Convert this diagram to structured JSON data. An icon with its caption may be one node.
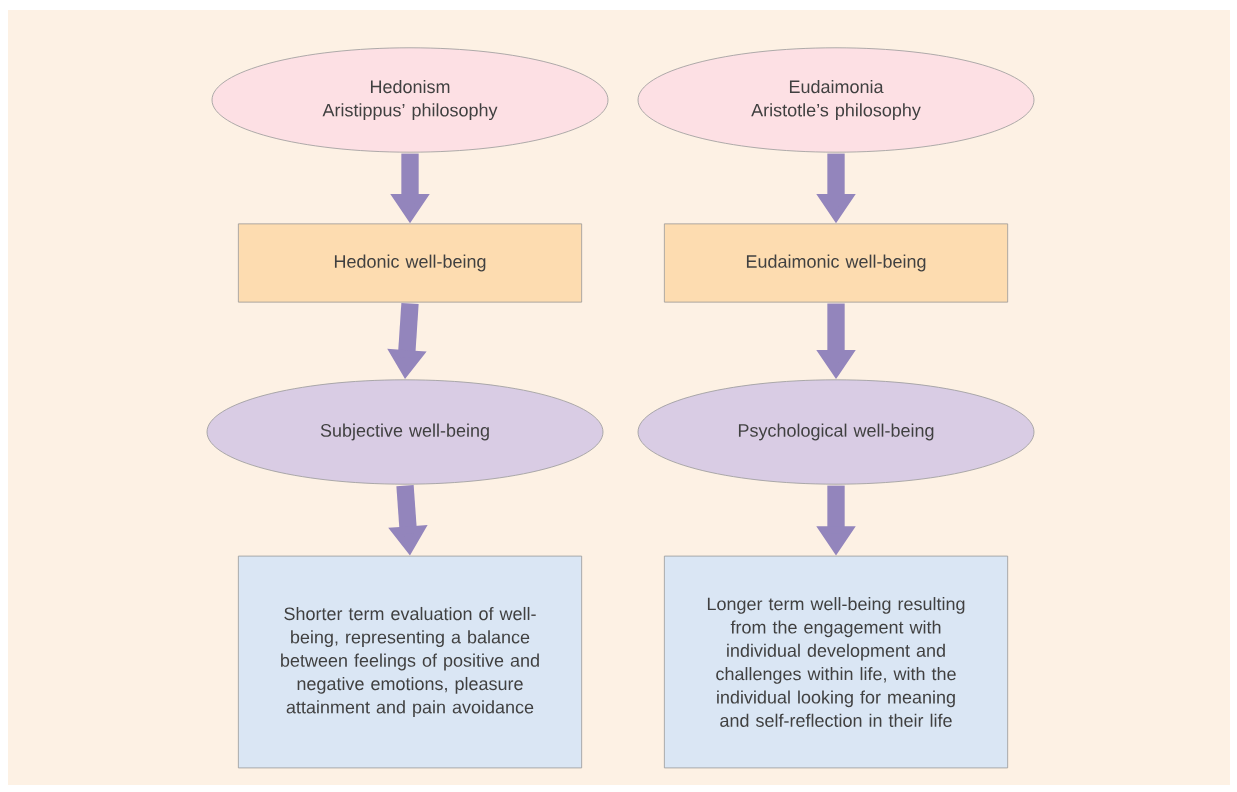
{
  "diagram": {
    "nodes": [
      {
        "text": [
          "Hedonism",
          "Aristippus’ philosophy"
        ]
      },
      {
        "text": [
          "Eudaimonia",
          "Aristotle’s philosophy"
        ]
      },
      {
        "text": [
          "Hedonic well-being"
        ]
      },
      {
        "text": [
          "Eudaimonic well-being"
        ]
      },
      {
        "text": [
          "Subjective well-being"
        ]
      },
      {
        "text": [
          "Psychological well-being"
        ]
      },
      {
        "text": [
          "Shorter term evaluation of well-being, representing a balance between feelings of positive and negative emotions, pleasure attainment and pain avoidance"
        ]
      },
      {
        "text": [
          "Longer term well-being resulting from the engagement with individual development and challenges within life, with the individual looking for meaning and self-reflection in their life"
        ]
      }
    ],
    "edges": [
      {
        "from": 0,
        "to": 2,
        "arrow": "to"
      },
      {
        "from": 2,
        "to": 4,
        "arrow": "to"
      },
      {
        "from": 4,
        "to": 6,
        "arrow": "to"
      },
      {
        "from": 1,
        "to": 3,
        "arrow": "to"
      },
      {
        "from": 3,
        "to": 5,
        "arrow": "to"
      },
      {
        "from": 5,
        "to": 7,
        "arrow": "to"
      }
    ]
  }
}
